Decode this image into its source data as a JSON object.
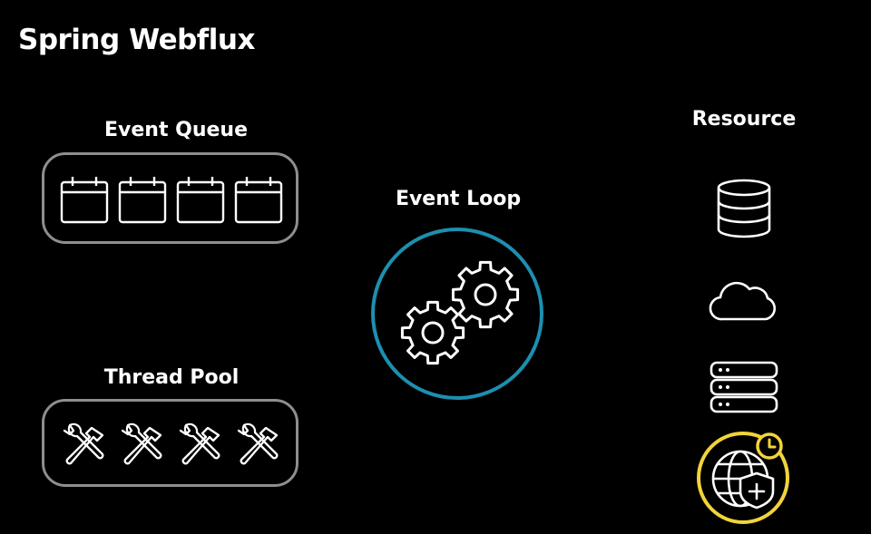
{
  "title": "Spring Webflux",
  "event_queue": {
    "label": "Event Queue",
    "icons": [
      "calendar-icon",
      "calendar-icon",
      "calendar-icon",
      "calendar-icon"
    ]
  },
  "thread_pool": {
    "label": "Thread Pool",
    "icons": [
      "tools-icon",
      "tools-icon",
      "tools-icon",
      "tools-icon"
    ]
  },
  "event_loop": {
    "label": "Event Loop",
    "icon": "gears-icon",
    "ring_color": "#1d8fb0"
  },
  "resource": {
    "label": "Resource",
    "icons": [
      "database-icon",
      "cloud-icon",
      "server-icon",
      "globe-shield-clock-icon"
    ],
    "highlight_color": "#f2d43a"
  }
}
